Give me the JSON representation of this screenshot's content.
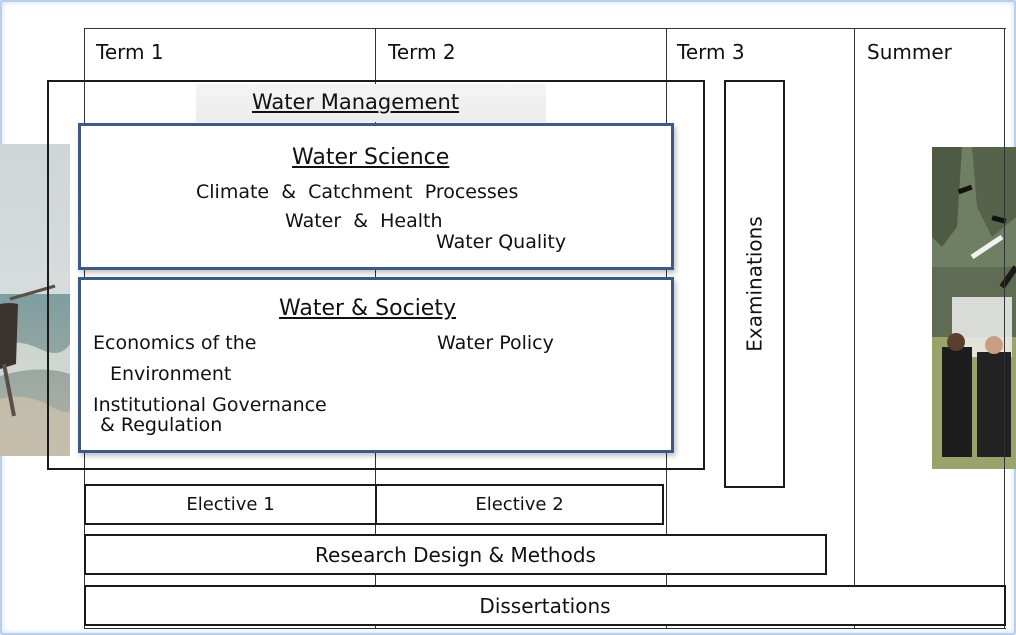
{
  "terms": [
    "Term 1",
    "Term 2",
    "Term 3",
    "Summer"
  ],
  "water_management": {
    "title": "Water Management"
  },
  "water_science": {
    "title": "Water Science",
    "courses": [
      "Climate  &  Catchment  Processes",
      "Water  &  Health",
      "Water Quality"
    ]
  },
  "water_society": {
    "title": "Water & Society",
    "courses": [
      "Economics of the",
      "Environment",
      "Water Policy",
      "Institutional Governance",
      "& Regulation"
    ]
  },
  "examinations": "Examinations",
  "electives": [
    "Elective 1",
    "Elective 2"
  ],
  "research": "Research Design & Methods",
  "dissertations": "Dissertations",
  "colors": {
    "frame": "#b9cfee",
    "science_border": "#3c5a86",
    "line": "#333333"
  },
  "images": [
    {
      "name": "person-jumping-on-beach-photo"
    },
    {
      "name": "graduation-group-photo"
    }
  ]
}
